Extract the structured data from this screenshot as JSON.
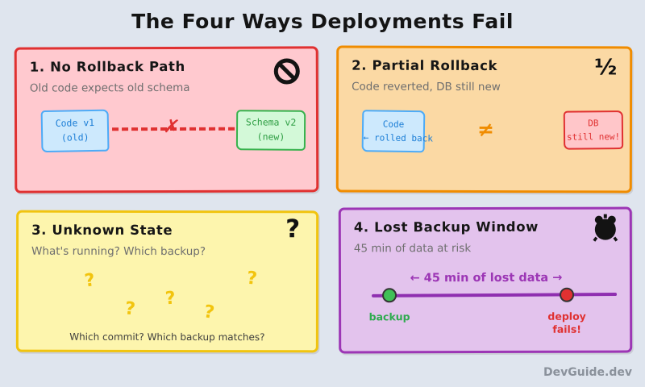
{
  "page": {
    "title": "The Four Ways Deployments Fail",
    "watermark": "DevGuide.dev",
    "background": "#dfe5ee"
  },
  "colors": {
    "panel1_bg": "#ffc9cf",
    "panel1_border": "#e03131",
    "panel2_bg": "#fbd9a4",
    "panel2_border": "#f08c00",
    "panel3_bg": "#fdf5ad",
    "panel3_border": "#f1c40f",
    "panel4_bg": "#e3c3ed",
    "panel4_border": "#9c36b5",
    "blue_box_text": "#1c7ed6",
    "green_box_text": "#2f9e44",
    "red_box_text": "#e03131",
    "timeline_line": "#8f2fb0",
    "dot_green": "#40c057",
    "dot_red": "#e03131"
  },
  "panel1": {
    "title": "1. No Rollback Path",
    "subtitle": "Old code expects old schema",
    "icon": "no-entry",
    "box_left": {
      "line1": "Code v1",
      "line2": "(old)"
    },
    "box_right": {
      "line1": "Schema v2",
      "line2": "(new)"
    },
    "x_mark": "✗"
  },
  "panel2": {
    "title": "2. Partial Rollback",
    "subtitle": "Code reverted, DB still new",
    "icon_glyph": "½",
    "box_left": {
      "line1": "Code",
      "line2": "← rolled back"
    },
    "not_equal": "≠",
    "box_right": {
      "line1": "DB",
      "line2": "still new!"
    }
  },
  "panel3": {
    "title": "3. Unknown State",
    "subtitle": "What's running? Which backup?",
    "icon_glyph": "?",
    "question_marks": [
      "?",
      "?",
      "?",
      "?",
      "?"
    ],
    "caption": "Which commit? Which backup matches?"
  },
  "panel4": {
    "title": "4. Lost Backup Window",
    "subtitle": "45 min of data at risk",
    "icon": "alarm-clock",
    "timeline_label": "← 45 min of lost data →",
    "start_label": "backup",
    "end_label_line1": "deploy",
    "end_label_line2": "fails!"
  }
}
